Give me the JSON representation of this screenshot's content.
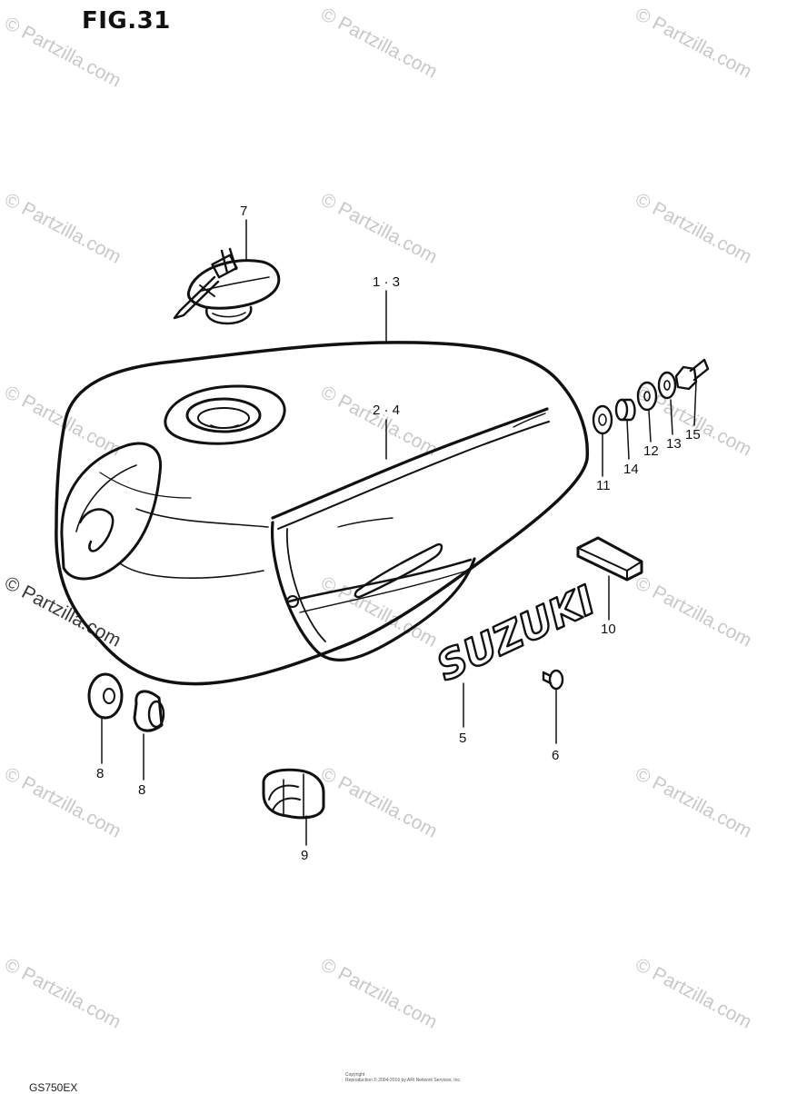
{
  "figure": {
    "title": "FIG.31"
  },
  "watermark": {
    "text": "© Partzilla.com"
  },
  "callouts": {
    "c1_3": "1 · 3",
    "c2_4": "2 · 4",
    "c5": "5",
    "c6": "6",
    "c7": "7",
    "c8a": "8",
    "c8b": "8",
    "c9": "9",
    "c10": "10",
    "c11": "11",
    "c12": "12",
    "c13": "13",
    "c14": "14",
    "c15": "15"
  },
  "emblem": {
    "text": "SUZUKI"
  },
  "footer": {
    "model_code": "GS750EX",
    "copyright_line1": "Copyright",
    "copyright_line2": "Reproduction © 2004-2016 by ARI Network Services, Inc."
  }
}
